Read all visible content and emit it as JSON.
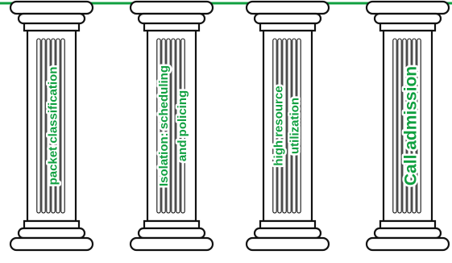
{
  "colors": {
    "accent_green": "#10a040",
    "outline": "#111111",
    "background": "#ffffff"
  },
  "pillars": [
    {
      "lines": [
        "packet classification"
      ]
    },
    {
      "lines": [
        "Isolation: scheduling",
        "and policing"
      ]
    },
    {
      "lines": [
        "high resource",
        "utilization"
      ]
    },
    {
      "lines": [
        "Call admission"
      ]
    }
  ]
}
